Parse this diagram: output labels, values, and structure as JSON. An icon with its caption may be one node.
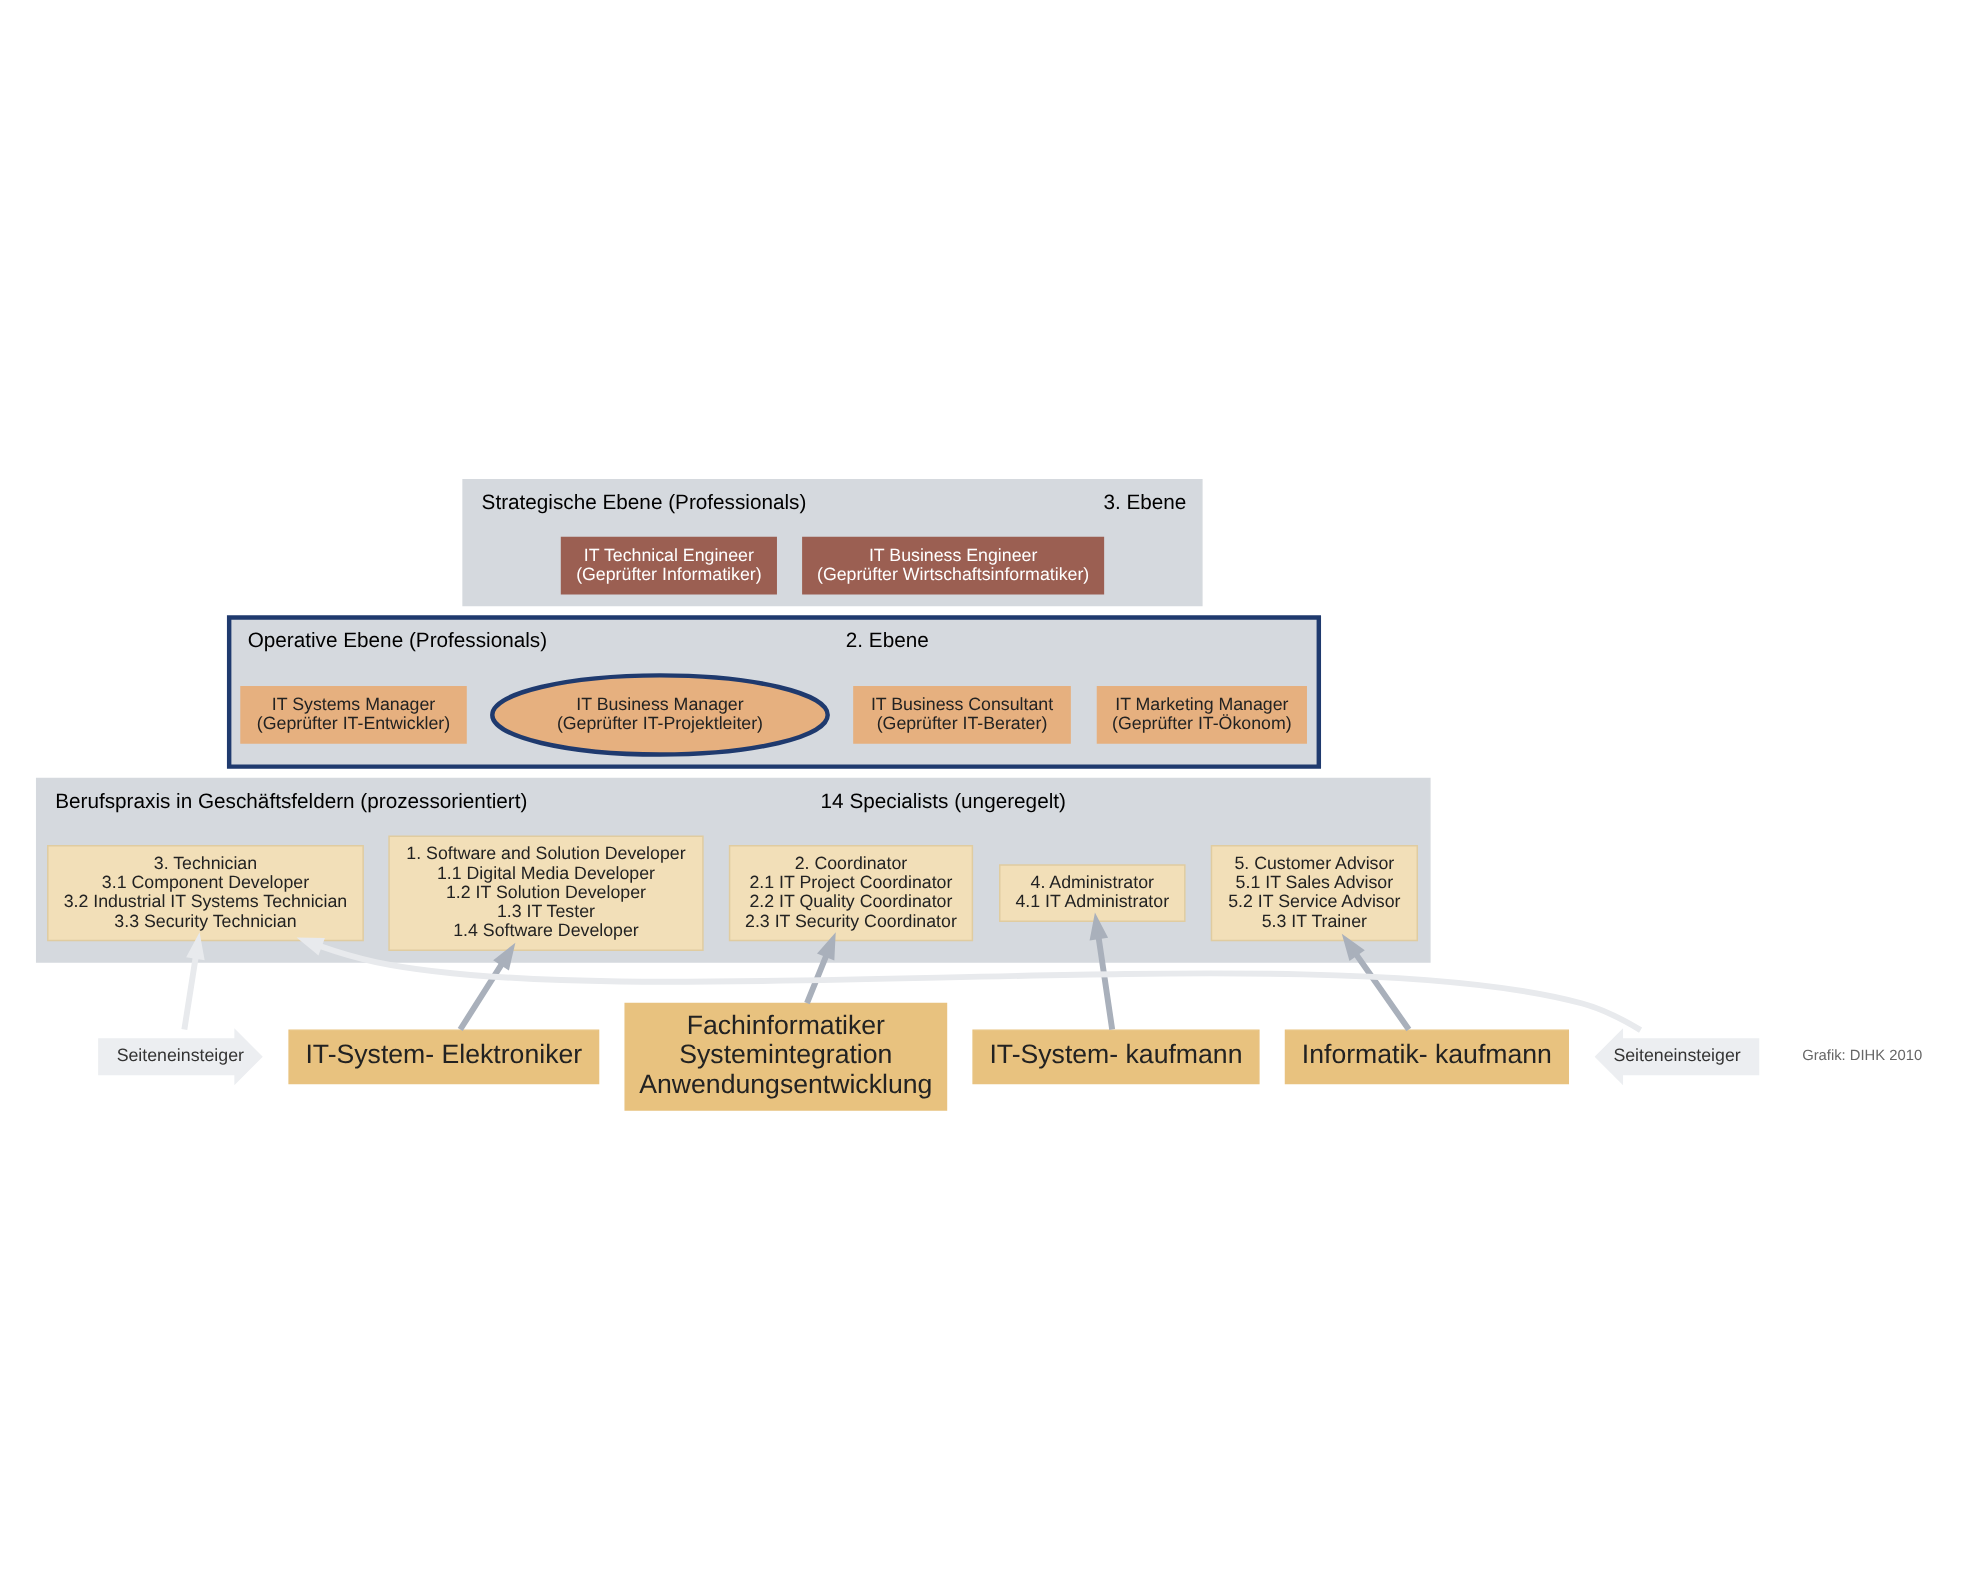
{
  "diagram": {
    "nodes": [
      {
        "text": [
          "Strategische Ebene (Professionals)",
          "3. Ebene"
        ]
      },
      {
        "text": [
          "IT Technical Engineer",
          "(Geprüfter Informatiker)"
        ],
        "in": 0
      },
      {
        "text": [
          "IT Business Engineer",
          "(Geprüfter Wirtschaftsinformatiker)"
        ],
        "in": 0
      },
      {
        "text": [
          "Operative Ebene (Professionals)",
          "2. Ebene"
        ]
      },
      {
        "text": [
          "IT Systems Manager",
          "(Geprüfter IT-Entwickler)"
        ],
        "in": 3
      },
      {
        "text": [
          "IT Business Manager",
          "(Geprüfter IT-Projektleiter)"
        ],
        "in": 3
      },
      {
        "text": [
          "IT Business Consultant",
          "(Geprüfter IT-Berater)"
        ],
        "in": 3
      },
      {
        "text": [
          "IT Marketing Manager",
          "(Geprüfter IT-Ökonom)"
        ],
        "in": 3
      },
      {
        "text": [
          "Berufspraxis in Geschäftsfeldern (prozessorientiert)",
          "14 Specialists (ungeregelt)"
        ]
      },
      {
        "text": [
          "1. Software and Solution Developer",
          "1.1 Digital Media Developer",
          "1.2 IT Solution Developer",
          "1.3 IT Tester",
          "1.4 Software Developer"
        ],
        "in": 8
      },
      {
        "text": [
          "2. Coordinator",
          "2.1 IT Project Coordinator",
          "2.2 IT Quality Coordinator",
          "2.3 IT Security Coordinator"
        ],
        "in": 8
      },
      {
        "text": [
          "3. Technician",
          "3.1 Component Developer",
          "3.2 Industrial IT Systems Technician",
          "3.3 Security Technician"
        ],
        "in": 8
      },
      {
        "text": [
          "4. Administrator",
          "4.1 IT Administrator"
        ],
        "in": 8
      },
      {
        "text": [
          "5. Customer Advisor",
          "5.1 IT Sales Advisor",
          "5.2 IT Service Advisor",
          "5.3 IT Trainer"
        ],
        "in": 8
      },
      {
        "text": [
          "IT-System- Elektroniker"
        ]
      },
      {
        "text": [
          "Fachinformatiker",
          "Systemintegration",
          "Anwendungsentwicklung"
        ]
      },
      {
        "text": [
          "IT-System- kaufmann"
        ]
      },
      {
        "text": [
          "Informatik- kaufmann"
        ]
      },
      {
        "text": [
          "Seiteneinsteiger"
        ]
      },
      {
        "text": [
          "Seiteneinsteiger"
        ]
      }
    ],
    "edges": [
      {
        "from": 14,
        "to": 9,
        "arrow": "to"
      },
      {
        "from": 15,
        "to": 10,
        "arrow": "to"
      },
      {
        "from": 16,
        "to": 12,
        "arrow": "to"
      },
      {
        "from": 17,
        "to": 13,
        "arrow": "to"
      },
      {
        "from": 18,
        "to": 11,
        "arrow": "to",
        "color": "#e8eaed"
      },
      {
        "from": 19,
        "to": 11,
        "arrow": "to",
        "color": "#e8eaed"
      }
    ],
    "labels": [
      "Grafik: DIHK 2010"
    ]
  }
}
